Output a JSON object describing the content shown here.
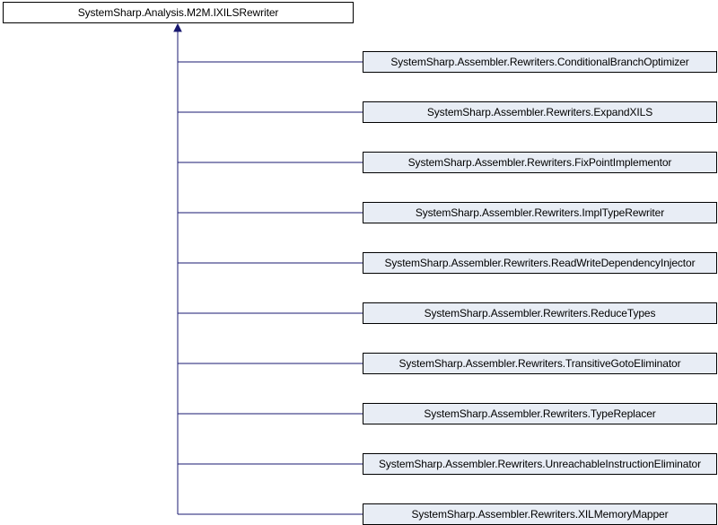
{
  "diagram": {
    "root": {
      "label": "SystemSharp.Analysis.M2M.IXILSRewriter"
    },
    "children": [
      {
        "label": "SystemSharp.Assembler.Rewriters.ConditionalBranchOptimizer"
      },
      {
        "label": "SystemSharp.Assembler.Rewriters.ExpandXILS"
      },
      {
        "label": "SystemSharp.Assembler.Rewriters.FixPointImplementor"
      },
      {
        "label": "SystemSharp.Assembler.Rewriters.ImplTypeRewriter"
      },
      {
        "label": "SystemSharp.Assembler.Rewriters.ReadWriteDependencyInjector"
      },
      {
        "label": "SystemSharp.Assembler.Rewriters.ReduceTypes"
      },
      {
        "label": "SystemSharp.Assembler.Rewriters.TransitiveGotoEliminator"
      },
      {
        "label": "SystemSharp.Assembler.Rewriters.TypeReplacer"
      },
      {
        "label": "SystemSharp.Assembler.Rewriters.UnreachableInstructionEliminator"
      },
      {
        "label": "SystemSharp.Assembler.Rewriters.XILMemoryMapper"
      }
    ],
    "colors": {
      "child_fill": "#e8edf5",
      "root_fill": "#ffffff",
      "border": "#000000",
      "edge": "#191970",
      "arrowhead": "#191970"
    }
  }
}
